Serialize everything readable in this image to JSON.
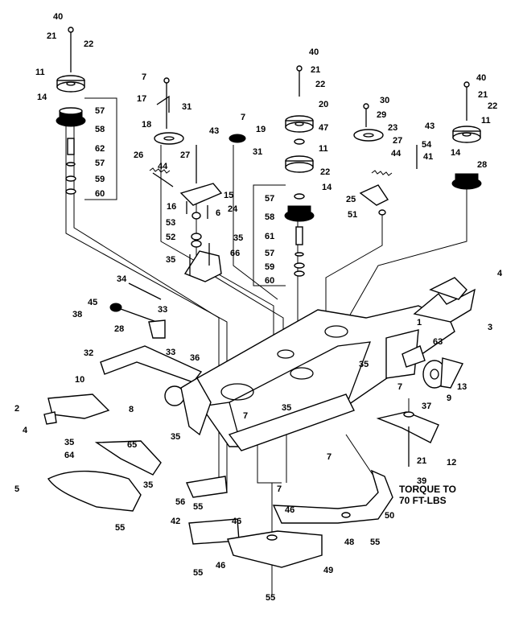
{
  "callouts": [
    {
      "text": "40"
    },
    {
      "text": "21"
    },
    {
      "text": "22"
    },
    {
      "text": "11"
    },
    {
      "text": "14"
    },
    {
      "text": "57"
    },
    {
      "text": "58"
    },
    {
      "text": "62"
    },
    {
      "text": "57"
    },
    {
      "text": "59"
    },
    {
      "text": "60"
    },
    {
      "text": "26"
    },
    {
      "text": "7"
    },
    {
      "text": "17"
    },
    {
      "text": "31"
    },
    {
      "text": "18"
    },
    {
      "text": "43"
    },
    {
      "text": "27"
    },
    {
      "text": "44"
    },
    {
      "text": "16"
    },
    {
      "text": "15"
    },
    {
      "text": "53"
    },
    {
      "text": "6"
    },
    {
      "text": "52"
    },
    {
      "text": "35"
    },
    {
      "text": "35"
    },
    {
      "text": "66"
    },
    {
      "text": "7"
    },
    {
      "text": "19"
    },
    {
      "text": "31"
    },
    {
      "text": "40"
    },
    {
      "text": "21"
    },
    {
      "text": "22"
    },
    {
      "text": "20"
    },
    {
      "text": "47"
    },
    {
      "text": "11"
    },
    {
      "text": "22"
    },
    {
      "text": "24"
    },
    {
      "text": "57"
    },
    {
      "text": "14"
    },
    {
      "text": "58"
    },
    {
      "text": "61"
    },
    {
      "text": "57"
    },
    {
      "text": "59"
    },
    {
      "text": "60"
    },
    {
      "text": "30"
    },
    {
      "text": "29"
    },
    {
      "text": "23"
    },
    {
      "text": "43"
    },
    {
      "text": "27"
    },
    {
      "text": "54"
    },
    {
      "text": "41"
    },
    {
      "text": "44"
    },
    {
      "text": "25"
    },
    {
      "text": "51"
    },
    {
      "text": "40"
    },
    {
      "text": "21"
    },
    {
      "text": "22"
    },
    {
      "text": "11"
    },
    {
      "text": "14"
    },
    {
      "text": "28"
    },
    {
      "text": "4"
    },
    {
      "text": "3"
    },
    {
      "text": "34"
    },
    {
      "text": "45"
    },
    {
      "text": "38"
    },
    {
      "text": "33"
    },
    {
      "text": "28"
    },
    {
      "text": "33"
    },
    {
      "text": "32"
    },
    {
      "text": "36"
    },
    {
      "text": "10"
    },
    {
      "text": "1"
    },
    {
      "text": "63"
    },
    {
      "text": "35"
    },
    {
      "text": "7"
    },
    {
      "text": "13"
    },
    {
      "text": "9"
    },
    {
      "text": "2"
    },
    {
      "text": "8"
    },
    {
      "text": "4"
    },
    {
      "text": "35"
    },
    {
      "text": "7"
    },
    {
      "text": "35"
    },
    {
      "text": "37"
    },
    {
      "text": "35"
    },
    {
      "text": "64"
    },
    {
      "text": "65"
    },
    {
      "text": "35"
    },
    {
      "text": "7"
    },
    {
      "text": "21"
    },
    {
      "text": "12"
    },
    {
      "text": "7"
    },
    {
      "text": "39"
    },
    {
      "text": "5"
    },
    {
      "text": "56"
    },
    {
      "text": "55"
    },
    {
      "text": "55"
    },
    {
      "text": "46"
    },
    {
      "text": "50"
    },
    {
      "text": "42"
    },
    {
      "text": "46"
    },
    {
      "text": "48"
    },
    {
      "text": "55"
    },
    {
      "text": "55"
    },
    {
      "text": "46"
    },
    {
      "text": "49"
    },
    {
      "text": "55"
    }
  ],
  "torque_note": {
    "line1": "TORQUE TO",
    "line2": "70 FT-LBS"
  }
}
